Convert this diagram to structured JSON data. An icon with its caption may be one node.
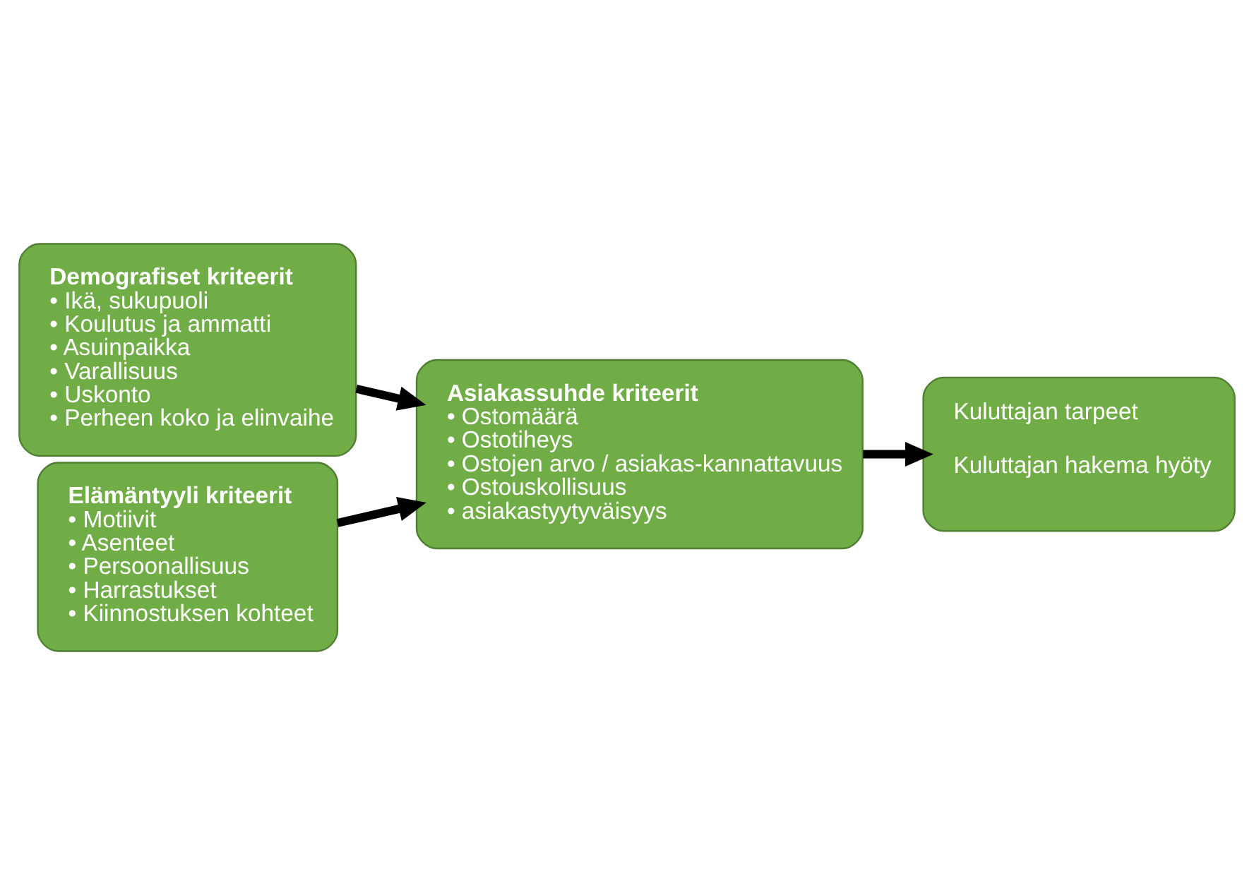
{
  "diagram": {
    "nodes": [
      {
        "text": [
          "Demografiset kriteerit",
          "• Ikä, sukupuoli",
          "• Koulutus ja ammatti",
          "• Asuinpaikka",
          "• Varallisuus",
          "• Uskonto",
          "• Perheen koko ja elinvaihe"
        ]
      },
      {
        "text": [
          "Elämäntyyli kriteerit",
          "• Motiivit",
          "• Asenteet",
          "• Persoonallisuus",
          "• Harrastukset",
          "• Kiinnostuksen kohteet"
        ]
      },
      {
        "text": [
          "Asiakassuhde kriteerit",
          "• Ostomäärä",
          "• Ostotiheys",
          "• Ostojen arvo / asiakas-kannattavuus",
          "• Ostouskollisuus",
          "• asiakastyytyväisyys"
        ]
      },
      {
        "text": [
          "Kuluttajan tarpeet",
          "Kuluttajan hakema hyöty"
        ]
      }
    ],
    "edges": [
      {
        "from": 0,
        "to": 2,
        "arrow": "to"
      },
      {
        "from": 1,
        "to": 2,
        "arrow": "to"
      },
      {
        "from": 2,
        "to": 3,
        "arrow": "to"
      }
    ]
  }
}
